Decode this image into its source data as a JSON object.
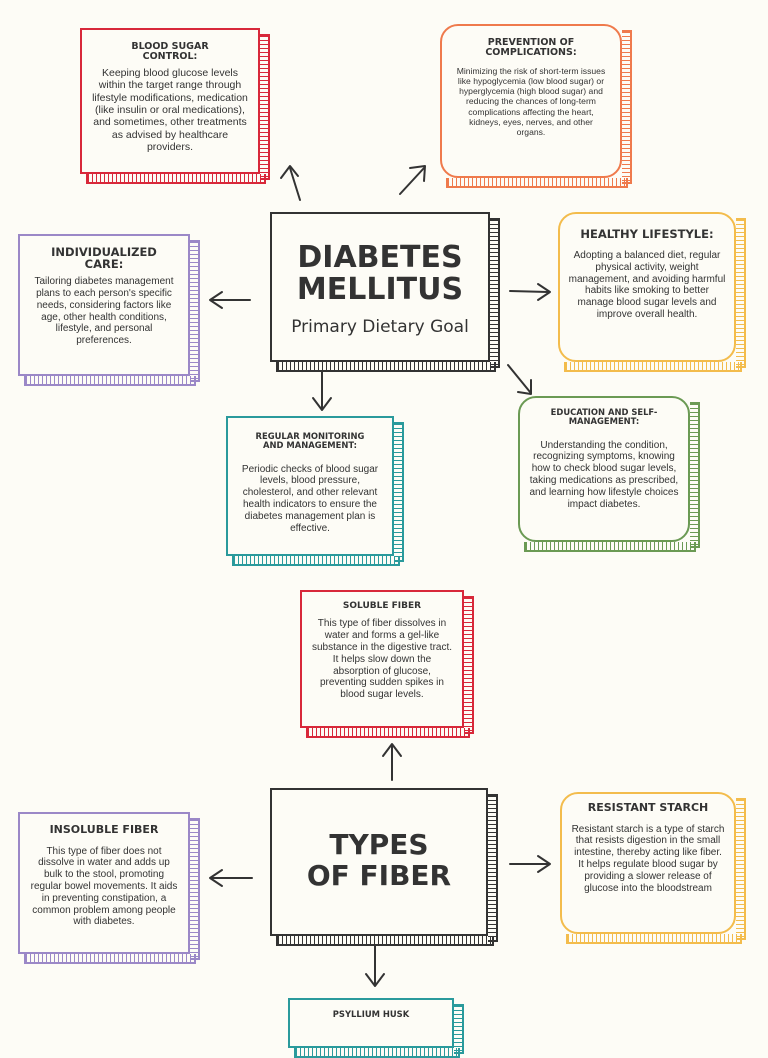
{
  "diabetes": {
    "title": "DIABETES MELLITUS",
    "subtitle": "Primary Dietary Goal",
    "nodes": {
      "blood_sugar": {
        "heading": "BLOOD SUGAR CONTROL:",
        "text": "Keeping blood glucose levels within the target range through lifestyle modifications, medication (like insulin or oral medications), and sometimes, other treatments as advised by healthcare providers."
      },
      "prevention": {
        "heading": "PREVENTION OF COMPLICATIONS:",
        "text": "Minimizing the risk of short-term issues like hypoglycemia (low blood sugar) or hyperglycemia (high blood sugar) and reducing the chances of long-term complications affecting the heart, kidneys, eyes, nerves, and other organs."
      },
      "individualized": {
        "heading": "INDIVIDUALIZED CARE:",
        "text": "Tailoring diabetes management plans to each person's specific needs, considering factors like age, other health conditions, lifestyle, and personal preferences."
      },
      "healthy": {
        "heading": "HEALTHY LIFESTYLE:",
        "text": "Adopting a balanced diet, regular physical activity, weight management, and avoiding harmful habits like smoking to better manage blood sugar levels and improve overall health."
      },
      "monitoring": {
        "heading": "REGULAR MONITORING AND MANAGEMENT:",
        "text": "Periodic checks of blood sugar levels, blood pressure, cholesterol, and other relevant health indicators to ensure the diabetes management plan is effective."
      },
      "education": {
        "heading": "EDUCATION AND SELF-MANAGEMENT:",
        "text": "Understanding the condition, recognizing symptoms, knowing how to check blood sugar levels, taking medications as prescribed, and learning how lifestyle choices impact diabetes."
      }
    }
  },
  "fiber": {
    "title": "TYPES OF FIBER",
    "nodes": {
      "soluble": {
        "heading": "SOLUBLE FIBER",
        "text": "This type of fiber dissolves in water and forms a gel-like substance in the digestive tract. It helps slow down the absorption of glucose, preventing sudden spikes in blood sugar levels."
      },
      "insoluble": {
        "heading": "INSOLUBLE FIBER",
        "text": "This type of fiber does not dissolve in water and adds up bulk to the stool, promoting regular bowel movements. It aids in preventing constipation, a common problem among people with diabetes."
      },
      "resistant": {
        "heading": "RESISTANT STARCH",
        "text": "Resistant starch is a type of starch that resists digestion in the small intestine, thereby acting like fiber. It helps regulate blood sugar by providing a slower release of glucose into the bloodstream"
      },
      "psyllium": {
        "heading": "PSYLLIUM HUSK"
      }
    }
  },
  "colors": {
    "red": "#d8283a",
    "orange": "#ef7a4c",
    "purple": "#9b88c7",
    "yellow": "#f3bc4c",
    "teal": "#2a9a9c",
    "green": "#6b9a54",
    "ink": "#333333",
    "background": "#fdfcf6"
  }
}
